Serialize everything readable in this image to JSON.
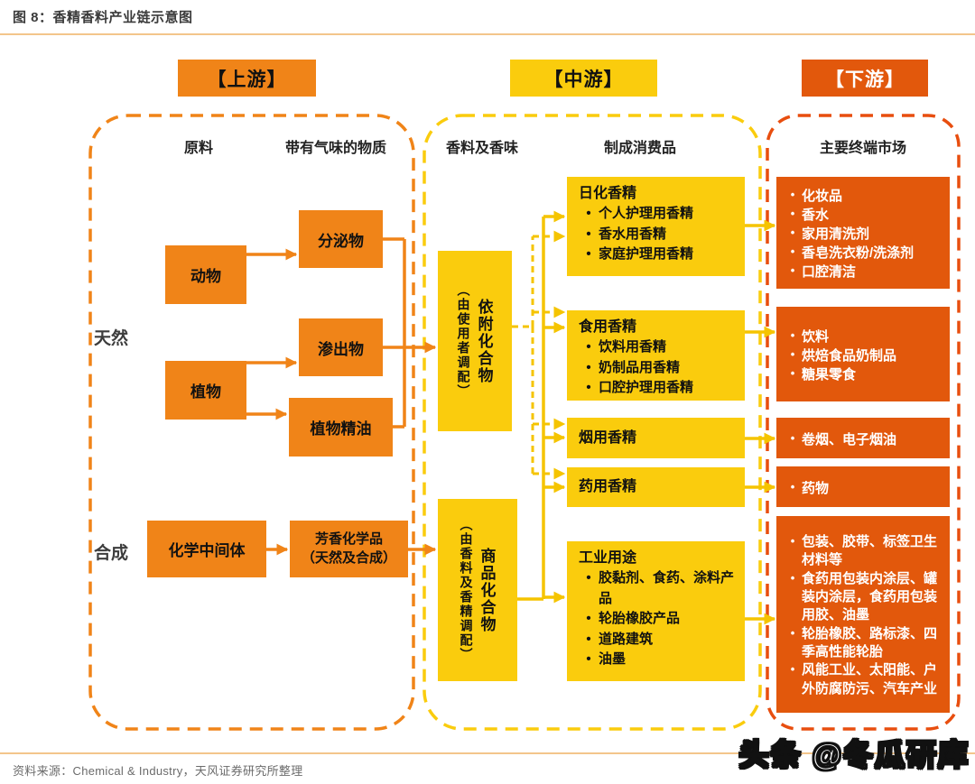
{
  "figure": {
    "title": "图 8：香精香料产业链示意图",
    "source": "资料来源：Chemical & Industry，天风证券研究所整理",
    "watermark": "头条 @冬瓜研库"
  },
  "headers": {
    "upstream": "【上游】",
    "midstream": "【中游】",
    "downstream": "【下游】"
  },
  "upstream": {
    "col1_label": "原料",
    "col2_label": "带有气味的物质",
    "row_natural": "天然",
    "row_synthetic": "合成",
    "boxes": {
      "animal": "动物",
      "plant": "植物",
      "secretion": "分泌物",
      "exudate": "渗出物",
      "plant_oil": "植物精油",
      "chem_intermediate": "化学中间体",
      "aroma_line1": "芳香化学品",
      "aroma_line2": "（天然及合成）"
    }
  },
  "midstream": {
    "col1_label": "香料及香味",
    "col2_label": "制成消费品",
    "adhere": {
      "main": "依附化合物",
      "sub": "（由使用者调配）"
    },
    "commodity": {
      "main": "商品化合物",
      "sub": "（由香料及香精调配）"
    },
    "products": [
      {
        "title": "日化香精",
        "items": [
          "个人护理用香精",
          "香水用香精",
          "家庭护理用香精"
        ]
      },
      {
        "title": "食用香精",
        "items": [
          "饮料用香精",
          "奶制品用香精",
          "口腔护理用香精"
        ]
      },
      {
        "title": "烟用香精",
        "items": []
      },
      {
        "title": "药用香精",
        "items": []
      },
      {
        "title": "工业用途",
        "items": [
          "胶黏剂、食药、涂料产品",
          "轮胎橡胶产品",
          "道路建筑",
          "油墨"
        ]
      }
    ]
  },
  "downstream": {
    "label": "主要终端市场",
    "markets": [
      {
        "items": [
          "化妆品",
          "香水",
          "家用清洗剂",
          "香皂洗衣粉/洗涤剂",
          "口腔清洁"
        ]
      },
      {
        "items": [
          "饮料",
          "烘焙食品奶制品",
          "糖果零食"
        ]
      },
      {
        "items": [
          "卷烟、电子烟油"
        ]
      },
      {
        "items": [
          "药物"
        ]
      },
      {
        "items": [
          "包装、胶带、标签卫生材料等",
          "食药用包装内涂层、罐装内涂层，食药用包装用胶、油墨",
          "轮胎橡胶、路标漆、四季高性能轮胎",
          "风能工业、太阳能、户外防腐防污、汽车产业"
        ]
      }
    ]
  },
  "colors": {
    "orange": "#F08418",
    "yellow": "#FACC0D",
    "deep_orange": "#E2580C",
    "downstream_dash": "#E84E0F",
    "rule_line": "#F3C58B"
  }
}
